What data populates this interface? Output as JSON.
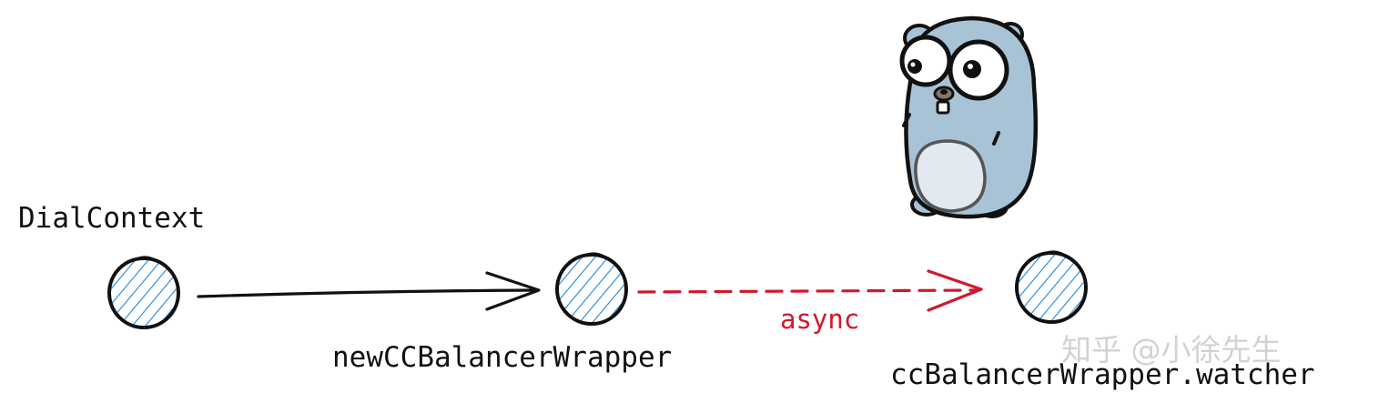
{
  "nodes": [
    {
      "id": "dialcontext",
      "label": "DialContext"
    },
    {
      "id": "newccbalancerwrapper",
      "label": "newCCBalancerWrapper"
    },
    {
      "id": "watcher",
      "label": "ccBalancerWrapper.watcher"
    }
  ],
  "edges": [
    {
      "from": "dialcontext",
      "to": "newccbalancerwrapper",
      "style": "solid",
      "color": "#111111",
      "label": ""
    },
    {
      "from": "newccbalancerwrapper",
      "to": "watcher",
      "style": "dashed",
      "color": "#d0192b",
      "label": "async"
    }
  ],
  "illustration": {
    "name": "go-gopher-mascot",
    "body_color": "#a9c3d6",
    "belly_color": "#e2e9f0"
  },
  "node_style": {
    "stroke": "#111111",
    "hatch_color": "#1f86d8"
  },
  "watermark": {
    "text": "知乎 @小徐先生"
  }
}
